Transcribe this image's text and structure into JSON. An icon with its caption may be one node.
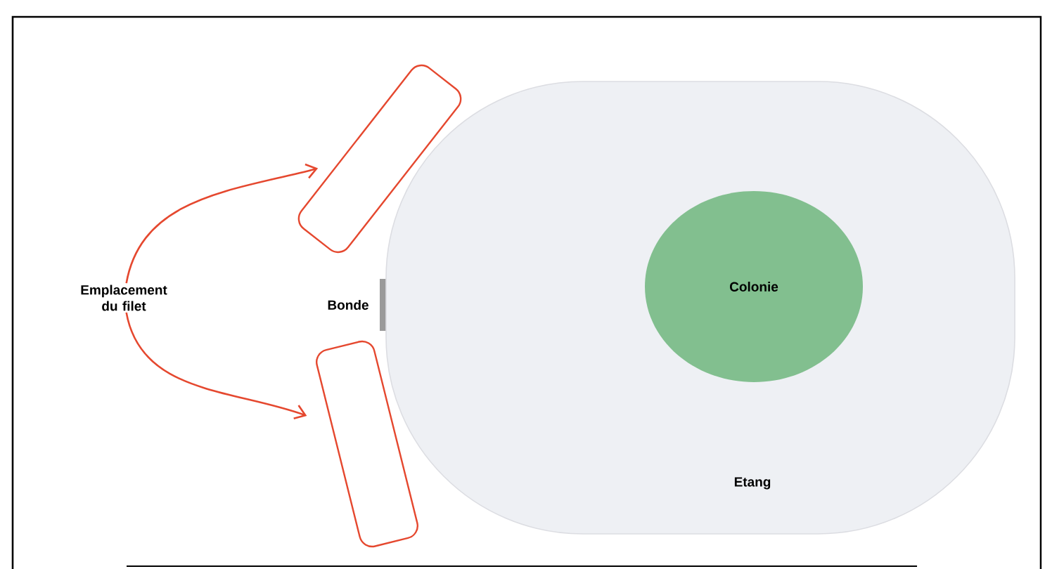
{
  "diagram": {
    "nodes": [
      {
        "text": [
          "Emplacement du filet"
        ]
      },
      {
        "text": [],
        "shape": "box"
      },
      {
        "text": [],
        "shape": "bar",
        "beside": [
          "Bonde"
        ]
      },
      {
        "text": [],
        "shape": "box"
      },
      {
        "text": [
          "Etang"
        ]
      },
      {
        "text": [
          "Colonie"
        ],
        "in": 4
      }
    ],
    "edges": [
      {
        "from": 0,
        "to": 1,
        "arrow": "to"
      },
      {
        "from": 0,
        "to": 3,
        "arrow": "to"
      }
    ]
  }
}
